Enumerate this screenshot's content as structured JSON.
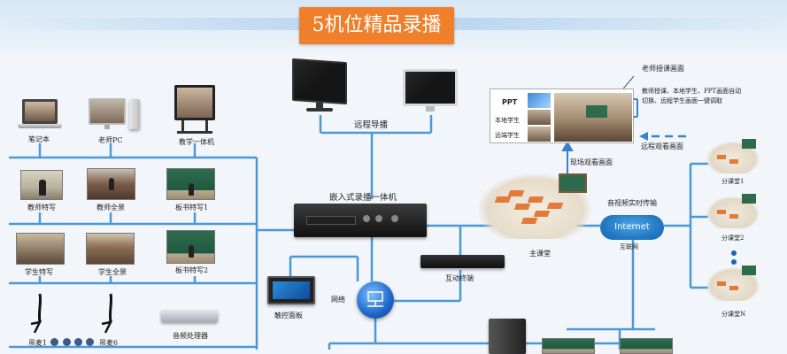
{
  "title": "5机位精品录播",
  "colors": {
    "accent": "#f07f2b",
    "wire": "#4a98d6",
    "background": "#f2f5fa"
  },
  "devices": {
    "laptop": "笔记本",
    "teacher_pc": "老师PC",
    "smartboard": "教学一体机",
    "remote_director": "远程导播",
    "teacher_closeup": "教师特写",
    "teacher_panorama": "教师全景",
    "board_closeup_1": "板书特写1",
    "recorder": "嵌入式录播一体机",
    "student_closeup": "学生特写",
    "student_panorama": "学生全景",
    "board_closeup_2": "板书特写2",
    "touch_panel": "触控面板",
    "interactive_terminal": "互动终端",
    "network": "网络",
    "mic_1": "吊麦1",
    "mic_6": "吊麦6",
    "audio_processor": "音频处理器"
  },
  "right": {
    "teacher_view": "老师授课画面",
    "desc_line1": "教师授课、本地学生、PPT画面自动",
    "desc_line2": "切换、远程学生画面一键调取",
    "ppt": "PPT",
    "local_students": "本地学生",
    "remote_students": "远端学生",
    "remote_view": "远程观看画面",
    "onsite_view": "现场观看画面",
    "av_transfer": "音视频实时传输",
    "internet_badge": "Internet",
    "internet": "互联网",
    "main_classroom": "主课堂",
    "branch_1": "分课堂1",
    "branch_2": "分课堂2",
    "branch_n": "分课堂N"
  },
  "icons": [
    "laptop-icon",
    "pc-icon",
    "monitor-icon",
    "camera-icon",
    "microphone-icon",
    "network-switch-icon",
    "cloud-icon",
    "classroom-icon"
  ]
}
